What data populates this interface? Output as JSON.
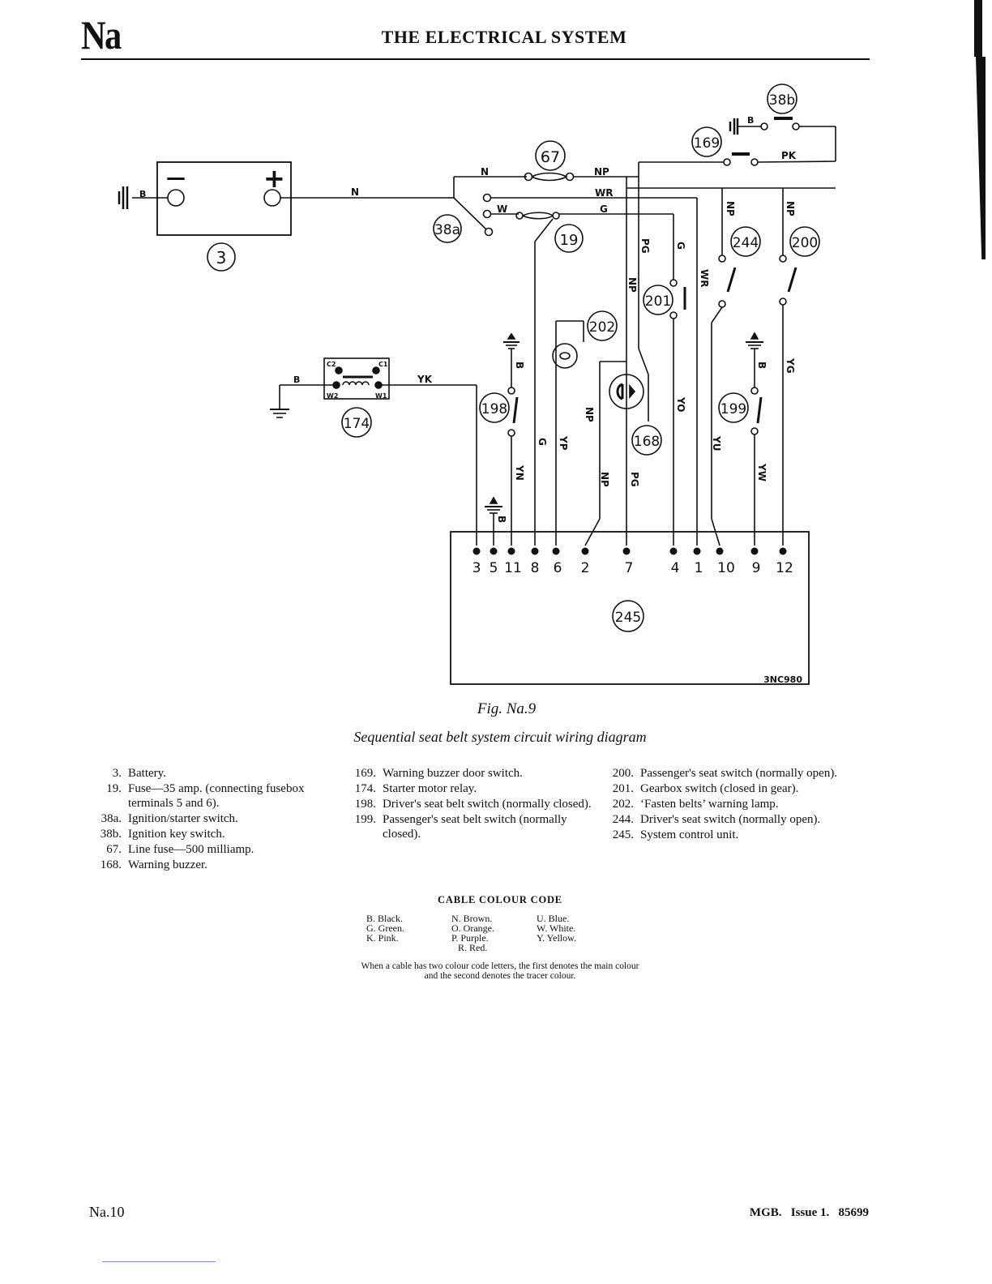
{
  "header": {
    "section_code": "Na",
    "title": "THE ELECTRICAL SYSTEM"
  },
  "diagram": {
    "component_labels": {
      "battery": "3",
      "fuse_35": "19",
      "ign_starter_switch": "38a",
      "ign_key_switch": "38b",
      "line_fuse": "67",
      "warning_buzzer": "168",
      "buzzer_door_switch": "169",
      "starter_relay": "174",
      "driver_belt_switch": "198",
      "passenger_belt_switch": "199",
      "passenger_seat_switch": "200",
      "gearbox_switch": "201",
      "fasten_lamp": "202",
      "driver_seat_switch": "244",
      "control_unit": "245"
    },
    "battery_minus": "—",
    "battery_plus": "+",
    "relay_terminals": {
      "c2": "C2",
      "c1": "C1",
      "w2": "W2",
      "w1": "W1"
    },
    "wire_labels": {
      "b_batt": "B",
      "n_batt": "N",
      "n_fuse": "N",
      "np_fuse": "NP",
      "wr": "WR",
      "w": "W",
      "g": "G",
      "b_key": "B",
      "pk": "PK",
      "pg": "PG",
      "g2": "G",
      "np_vert": "NP",
      "wr_vert": "WR",
      "np_244": "NP",
      "np_200": "NP",
      "b_relay": "B",
      "yk": "YK",
      "b_198": "B",
      "yn": "YN",
      "g_left": "G",
      "yp": "YP",
      "np_202": "NP",
      "np_low": "NP",
      "pg_low": "PG",
      "yo": "YO",
      "yu": "YU",
      "b_199": "B",
      "yw": "YW",
      "yg": "YG",
      "b_gnd": "B"
    },
    "terminal_numbers": [
      "3",
      "5",
      "11",
      "8",
      "6",
      "2",
      "7",
      "4",
      "1",
      "10",
      "9",
      "12"
    ],
    "unit_code": "3NC980"
  },
  "figure": {
    "number": "Fig. Na.9",
    "caption": "Sequential seat belt system circuit wiring diagram"
  },
  "legend": {
    "col1": [
      {
        "num": "3.",
        "text": "Battery."
      },
      {
        "num": "19.",
        "text": "Fuse—35 amp. (connecting fusebox terminals 5 and 6)."
      },
      {
        "num": "38a.",
        "text": "Ignition/starter switch."
      },
      {
        "num": "38b.",
        "text": "Ignition key switch."
      },
      {
        "num": "67.",
        "text": "Line fuse—500 milliamp."
      },
      {
        "num": "168.",
        "text": "Warning buzzer."
      }
    ],
    "col2": [
      {
        "num": "169.",
        "text": "Warning buzzer door switch."
      },
      {
        "num": "174.",
        "text": "Starter motor relay."
      },
      {
        "num": "198.",
        "text": "Driver's seat belt switch (normally closed)."
      },
      {
        "num": "199.",
        "text": "Passenger's seat belt switch (normally closed)."
      }
    ],
    "col3": [
      {
        "num": "200.",
        "text": "Passenger's seat switch (normally open)."
      },
      {
        "num": "201.",
        "text": "Gearbox switch (closed in gear)."
      },
      {
        "num": "202.",
        "text": "‘Fasten belts’ warning lamp."
      },
      {
        "num": "244.",
        "text": "Driver's seat switch (normally open)."
      },
      {
        "num": "245.",
        "text": "System control unit."
      }
    ]
  },
  "cable_colour_code": {
    "title": "CABLE COLOUR CODE",
    "col1": [
      "B.  Black.",
      "G.  Green.",
      "K.  Pink."
    ],
    "col2": [
      "N.  Brown.",
      "O.  Orange.",
      "P.  Purple.",
      "R.  Red."
    ],
    "col3": [
      "U.  Blue.",
      "W.  White.",
      "Y.  Yellow."
    ],
    "note_line1": "When a cable has two colour code letters, the first denotes the main colour",
    "note_line2": "and the second denotes the tracer colour."
  },
  "footer": {
    "page": "Na.10",
    "issue": "MGB.   Issue 1.   85699"
  }
}
